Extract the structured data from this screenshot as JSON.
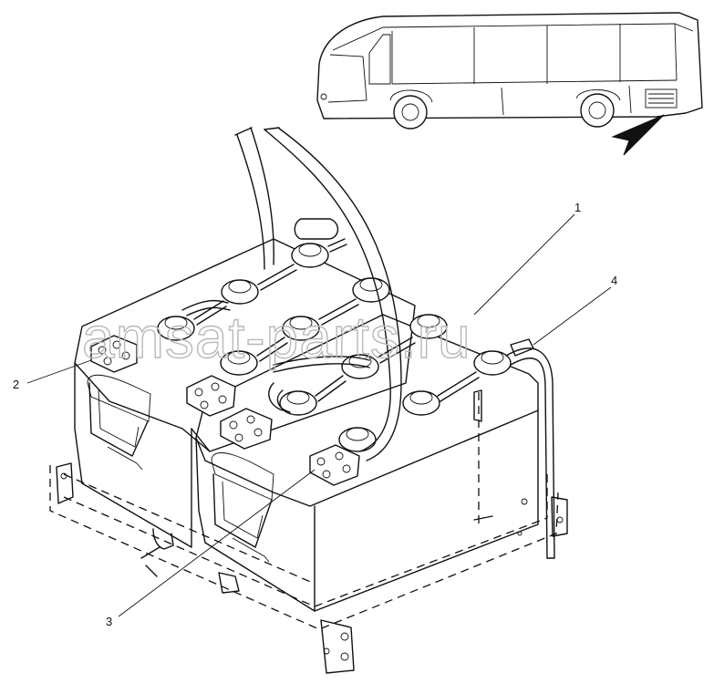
{
  "watermark": "amsat-parts.ru",
  "callouts": [
    {
      "id": "1",
      "label": "1"
    },
    {
      "id": "2",
      "label": "2"
    },
    {
      "id": "3",
      "label": "3"
    },
    {
      "id": "4",
      "label": "4"
    }
  ],
  "colors": {
    "line": "#111111",
    "watermark": "#b8b8b8",
    "background": "#ffffff",
    "arrow": "#111111"
  }
}
